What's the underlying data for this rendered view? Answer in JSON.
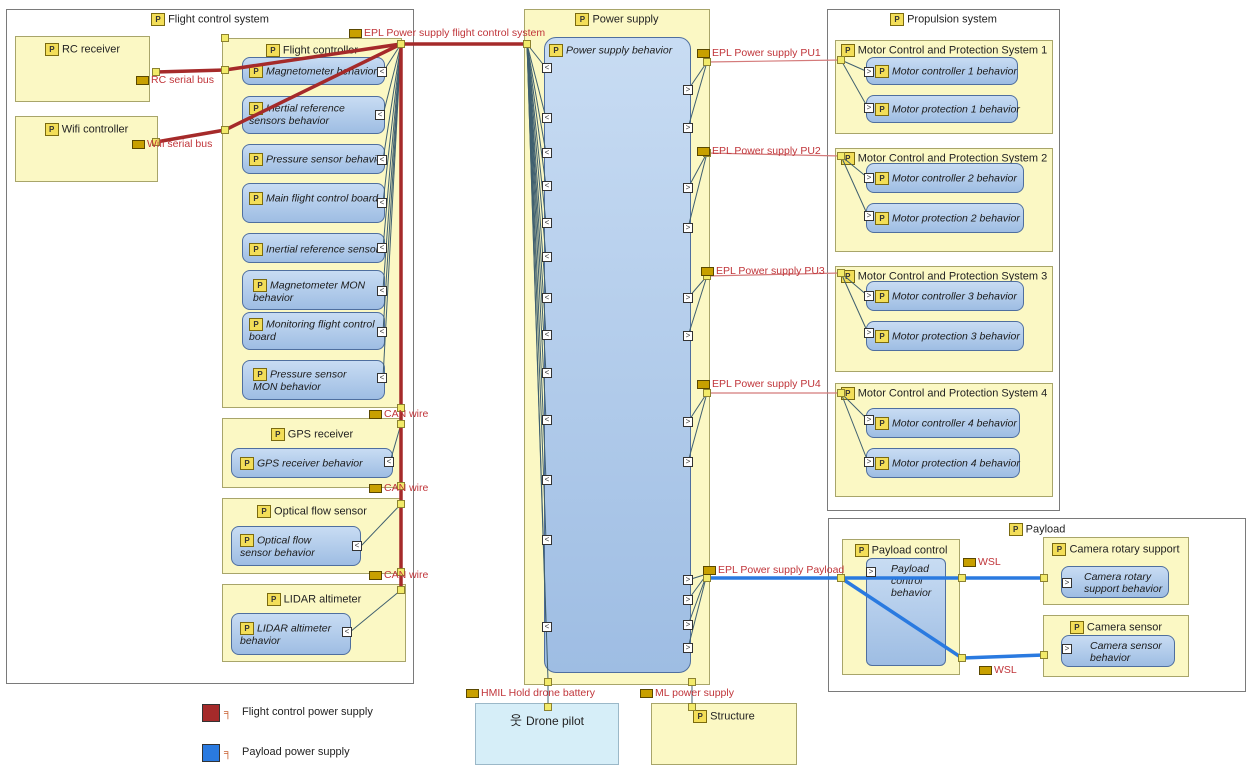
{
  "colors": {
    "flight_line": "#a52a2a",
    "payload_line": "#2a7ae0",
    "thin_line": "#d47a7a",
    "link_line": "#3f5f6f"
  },
  "flight_control_system": {
    "title": "Flight control system",
    "rc_receiver": "RC receiver",
    "wifi_controller": "Wifi controller",
    "flight_controller": {
      "title": "Flight controller",
      "behaviors": [
        "Magnetometer behavior",
        "Inertial reference sensors behavior",
        "Pressure sensor behavior",
        "Main flight control board",
        "Inertial reference sensor",
        "Magnetometer MON behavior",
        "Monitoring flight control board",
        "Pressure sensor MON behavior"
      ]
    },
    "gps_receiver": {
      "title": "GPS receiver",
      "behavior": "GPS receiver behavior"
    },
    "optical_flow": {
      "title": "Optical flow sensor",
      "behavior": "Optical flow sensor behavior"
    },
    "lidar": {
      "title": "LIDAR altimeter",
      "behavior": "LIDAR altimeter behavior"
    }
  },
  "power_supply": {
    "title": "Power supply",
    "behavior": "Power supply behavior"
  },
  "propulsion_system": {
    "title": "Propulsion system",
    "systems": [
      {
        "title": "Motor Control and Protection System 1",
        "controller": "Motor controller 1 behavior",
        "protection": "Motor protection 1 behavior"
      },
      {
        "title": "Motor Control and Protection System 2",
        "controller": "Motor controller 2 behavior",
        "protection": "Motor protection 2 behavior"
      },
      {
        "title": "Motor Control and Protection System 3",
        "controller": "Motor controller 3 behavior",
        "protection": "Motor protection 3 behavior"
      },
      {
        "title": "Motor Control and Protection System 4",
        "controller": "Motor controller 4 behavior",
        "protection": "Motor protection 4 behavior"
      }
    ]
  },
  "payload": {
    "title": "Payload",
    "payload_control": {
      "title": "Payload control",
      "behavior": "Payload control behavior"
    },
    "camera_rotary": {
      "title": "Camera rotary support",
      "behavior": "Camera rotary support behavior"
    },
    "camera_sensor": {
      "title": "Camera sensor",
      "behavior": "Camera sensor behavior"
    }
  },
  "drone_pilot": "Drone pilot",
  "structure": "Structure",
  "links": {
    "epl_fcs": "EPL Power supply flight control system",
    "rc_serial": "RC serial bus",
    "wifi_serial": "Wifi serial bus",
    "can1": "CAN wire",
    "can2": "CAN wire",
    "can3": "CAN wire",
    "pu1": "EPL Power supply PU1",
    "pu2": "EPL Power supply PU2",
    "pu3": "EPL Power supply PU3",
    "pu4": "EPL Power supply PU4",
    "payload": "EPL Power supply Payload",
    "wsl1": "WSL",
    "wsl2": "WSL",
    "hmil": "HMIL Hold drone battery",
    "ml": "ML power supply"
  },
  "legend": {
    "items": [
      {
        "label": "Flight control power supply",
        "color": "#a52a2a"
      },
      {
        "label": "Payload power supply",
        "color": "#2a7ae0"
      }
    ]
  }
}
